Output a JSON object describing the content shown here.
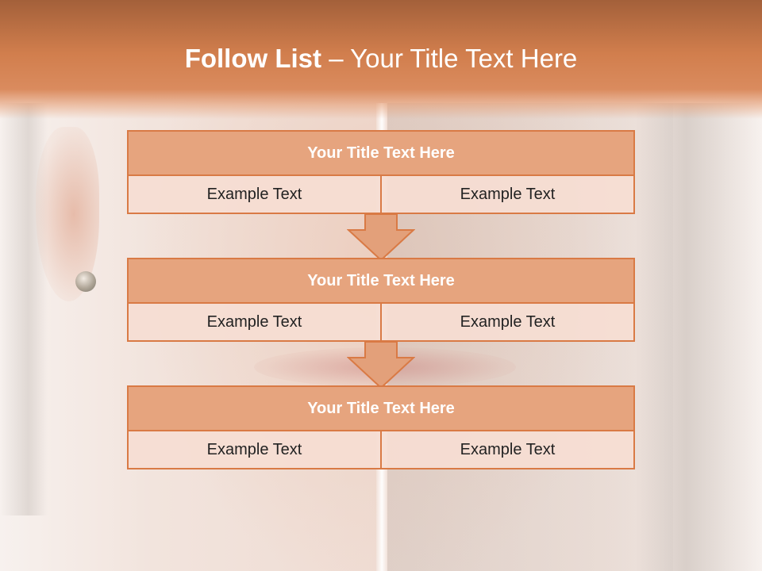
{
  "slide": {
    "title_bold": "Follow List",
    "title_rest": " – Your Title Text Here"
  },
  "blocks": [
    {
      "heading": "Your Title Text Here",
      "left": "Example Text",
      "right": "Example Text"
    },
    {
      "heading": "Your Title Text Here",
      "left": "Example Text",
      "right": "Example Text"
    },
    {
      "heading": "Your Title Text Here",
      "left": "Example Text",
      "right": "Example Text"
    }
  ],
  "colors": {
    "accent": "#d97a45",
    "header": "#e6a47e",
    "cell_fill": "#f6ddd2",
    "banner": "#d17e4d"
  },
  "background": "blurred close-up photo of a face"
}
